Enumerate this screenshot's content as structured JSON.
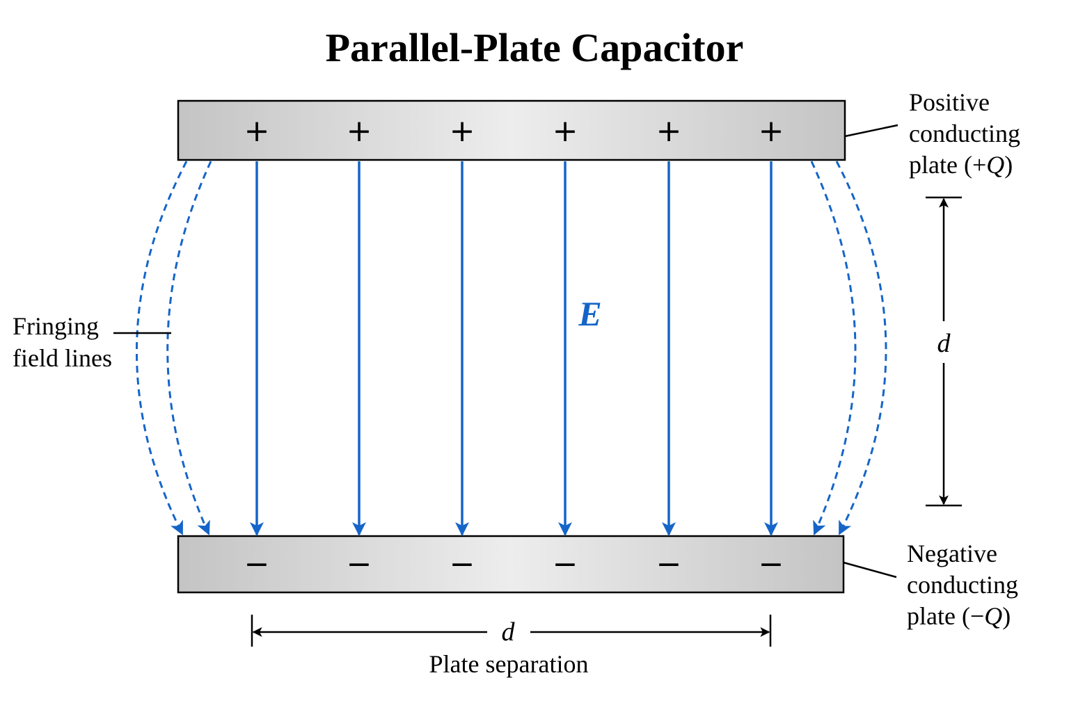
{
  "title": "Parallel-Plate Capacitor",
  "positive_plate": {
    "label_lines": [
      "Positive",
      "conducting"
    ],
    "label_line3_prefix": "plate (+",
    "label_line3_symbol": "Q",
    "label_line3_suffix": ")",
    "sign": "+",
    "sign_count": 6
  },
  "negative_plate": {
    "label_lines": [
      "Negative",
      "conducting"
    ],
    "label_line3_prefix": "plate (−",
    "label_line3_symbol": "Q",
    "label_line3_suffix": ")",
    "sign": "−",
    "sign_count": 6
  },
  "field_label": "E",
  "vertical_dimension_label": "d",
  "horizontal_dimension_label": "d",
  "plate_separation_label": "Plate separation",
  "fringing_label_lines": [
    "Fringing",
    "field lines"
  ],
  "colors": {
    "field_line": "#1565c8",
    "plate_fill": "#d4d4d4",
    "plate_highlight": "#f0f0f0",
    "ink": "#000000"
  }
}
